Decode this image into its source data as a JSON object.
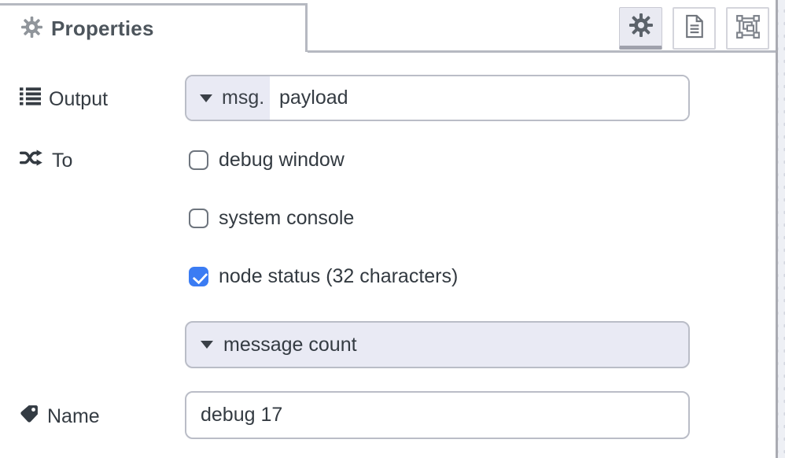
{
  "panel": {
    "tab_label": "Properties",
    "toolbar": {
      "properties": "properties",
      "description": "description",
      "appearance": "appearance"
    }
  },
  "fields": {
    "output": {
      "label": "Output",
      "type_prefix": "msg.",
      "value": "payload"
    },
    "to": {
      "label": "To",
      "options": [
        {
          "label": "debug window",
          "checked": false
        },
        {
          "label": "system console",
          "checked": false
        },
        {
          "label": "node status (32 characters)",
          "checked": true
        }
      ],
      "status_type": "message count"
    },
    "name": {
      "label": "Name",
      "value": "debug 17"
    }
  },
  "colors": {
    "accent_blue": "#3b7cf3",
    "typed_button_bg": "#e9eaf4",
    "field_border": "#babdc7",
    "tab_border": "#b6b9c1"
  }
}
